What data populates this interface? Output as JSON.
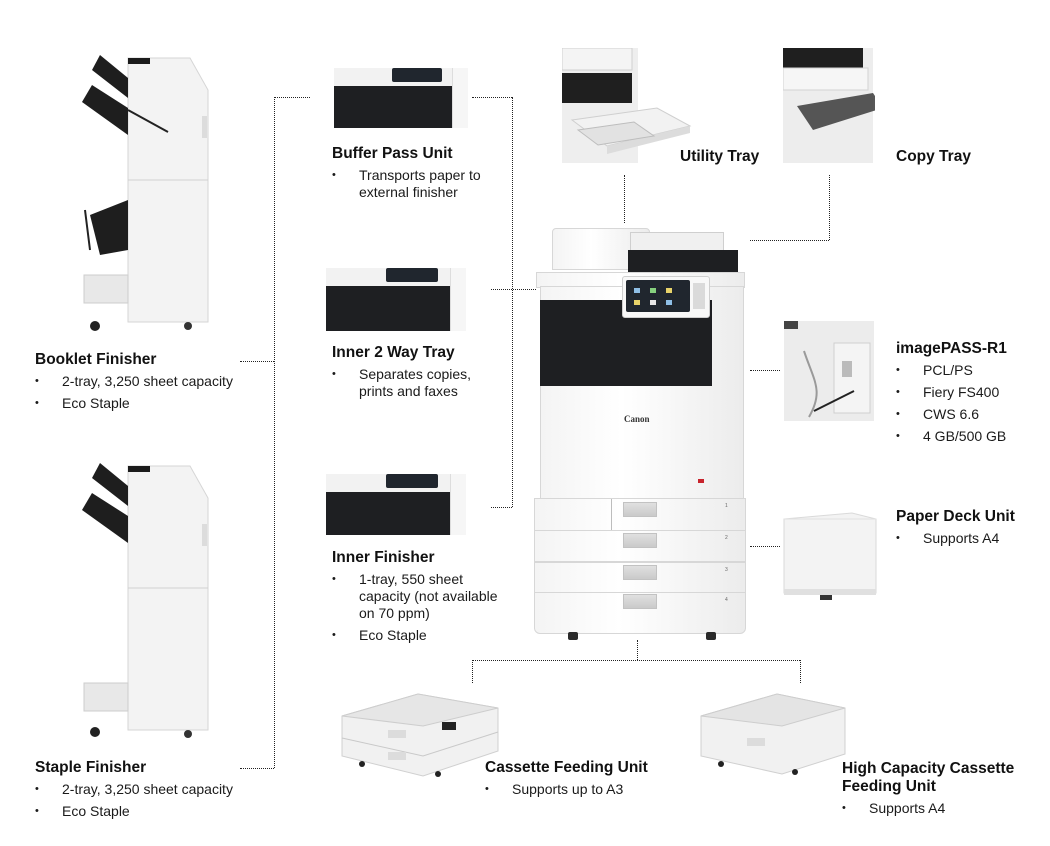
{
  "diagram": {
    "subject": "Multifunction printer options configuration",
    "main_unit": {
      "brand_label": "Canon",
      "drawer_numbers": [
        "1",
        "2",
        "3",
        "4"
      ]
    },
    "components": {
      "booklet_finisher": {
        "title": "Booklet Finisher",
        "bullets": [
          "2-tray, 3,250 sheet capacity",
          "Eco Staple"
        ]
      },
      "staple_finisher": {
        "title": "Staple Finisher",
        "bullets": [
          "2-tray, 3,250 sheet capacity",
          "Eco Staple"
        ]
      },
      "buffer_pass_unit": {
        "title": "Buffer Pass Unit",
        "bullets": [
          "Transports paper to external finisher"
        ]
      },
      "inner_2_way_tray": {
        "title": "Inner 2 Way Tray",
        "bullets": [
          "Separates copies, prints and faxes"
        ]
      },
      "inner_finisher": {
        "title": "Inner Finisher",
        "bullets": [
          "1-tray, 550 sheet capacity (not available on 70 ppm)",
          "Eco Staple"
        ]
      },
      "utility_tray": {
        "title": "Utility Tray"
      },
      "copy_tray": {
        "title": "Copy Tray"
      },
      "imagepass_r1": {
        "title_prefix": "image",
        "title_suffix": "PASS-R1",
        "bullets": [
          "PCL/PS",
          "Fiery FS400",
          "CWS 6.6",
          "4 GB/500 GB"
        ]
      },
      "paper_deck_unit": {
        "title": "Paper Deck Unit",
        "bullets": [
          "Supports A4"
        ]
      },
      "cassette_feeding_unit": {
        "title": "Cassette Feeding Unit",
        "bullets": [
          "Supports up to A3"
        ]
      },
      "high_capacity_cassette_feeding_unit": {
        "title_line1": "High Capacity Cassette",
        "title_line2": "Feeding Unit",
        "bullets": [
          "Supports A4"
        ]
      }
    }
  }
}
